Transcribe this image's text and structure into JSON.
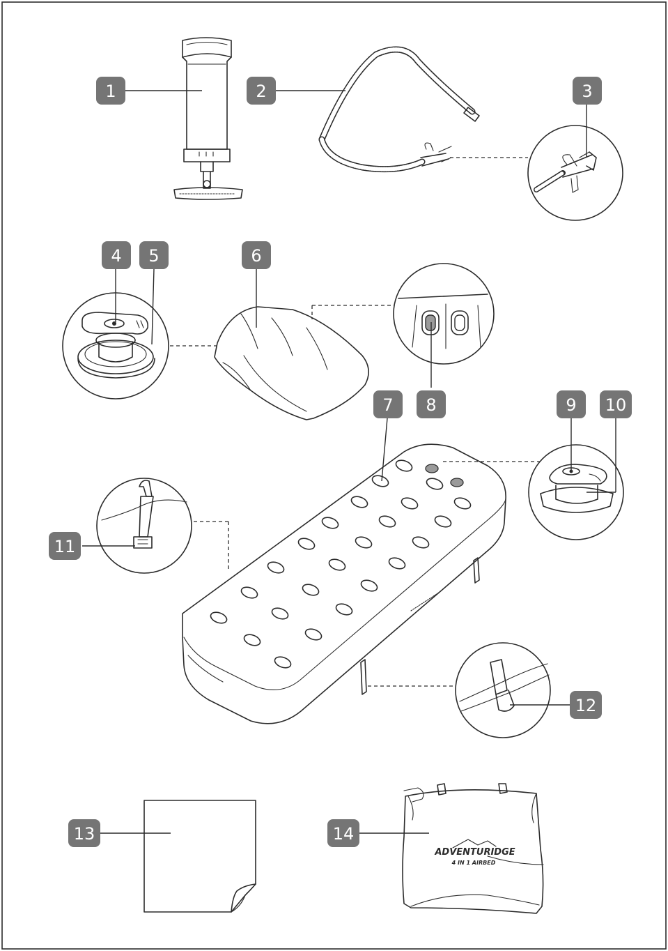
{
  "parts": [
    {
      "id": "part-1",
      "label": "1"
    },
    {
      "id": "part-2",
      "label": "2"
    },
    {
      "id": "part-3",
      "label": "3"
    },
    {
      "id": "part-4",
      "label": "4"
    },
    {
      "id": "part-5",
      "label": "5"
    },
    {
      "id": "part-6",
      "label": "6"
    },
    {
      "id": "part-7",
      "label": "7"
    },
    {
      "id": "part-8",
      "label": "8"
    },
    {
      "id": "part-9",
      "label": "9"
    },
    {
      "id": "part-10",
      "label": "10"
    },
    {
      "id": "part-11",
      "label": "11"
    },
    {
      "id": "part-12",
      "label": "12"
    },
    {
      "id": "part-13",
      "label": "13"
    },
    {
      "id": "part-14",
      "label": "14"
    }
  ],
  "bag": {
    "brand": "ADVENTURIDGE",
    "product": "4 IN 1 AIRBED"
  },
  "colors": {
    "badge": "#757575",
    "line": "#2b2b2b",
    "valve_fill": "#9a9a9a"
  }
}
